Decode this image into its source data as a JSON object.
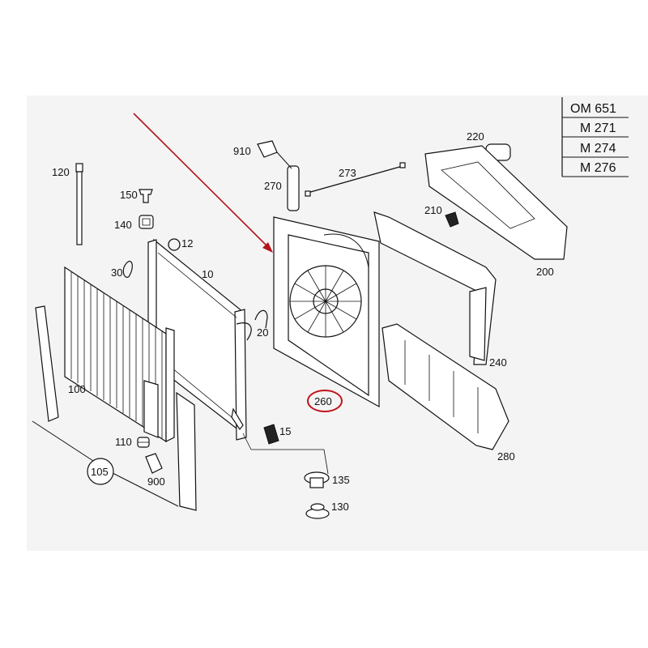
{
  "engine_codes": [
    "OM 651",
    "M 271",
    "M 274",
    "M 276"
  ],
  "parts": {
    "p120": "120",
    "p150": "150",
    "p140": "140",
    "p12": "12",
    "p30": "30",
    "p10": "10",
    "p100": "100",
    "p20": "20",
    "p110": "110",
    "p900": "900",
    "p105": "105",
    "p15": "15",
    "p135": "135",
    "p130": "130",
    "p910": "910",
    "p270": "270",
    "p273": "273",
    "p260": "260",
    "p220": "220",
    "p210": "210",
    "p200": "200",
    "p240": "240",
    "p280": "280"
  },
  "colors": {
    "highlight": "#c0141c",
    "arrow": "#b3141c",
    "panel": "#f4f4f4"
  }
}
